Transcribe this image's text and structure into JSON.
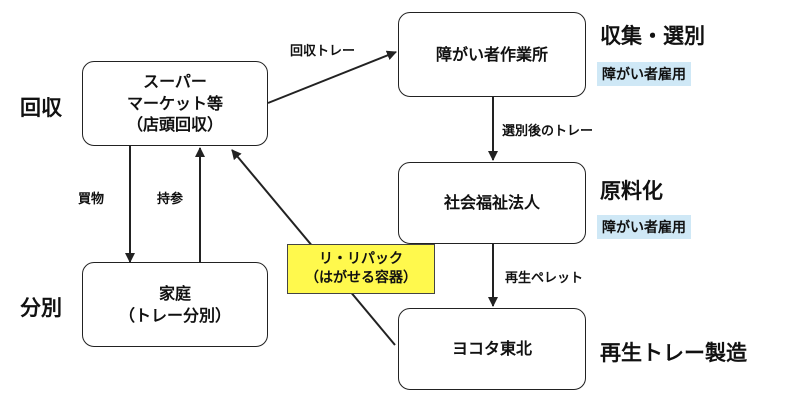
{
  "nodes": {
    "supermarket": {
      "lines": [
        "スーパー",
        "マーケット等",
        "（店頭回収）"
      ]
    },
    "home": {
      "lines": [
        "家庭",
        "（トレー分別）"
      ]
    },
    "workshop": {
      "lines": [
        "障がい者作業所"
      ]
    },
    "welfare": {
      "lines": [
        "社会福祉法人"
      ]
    },
    "yokota": {
      "lines": [
        "ヨコタ東北"
      ]
    }
  },
  "stages": {
    "collect": "回収",
    "sort": "分別",
    "collect_select": "収集・選別",
    "raw_material": "原料化",
    "remanufacture": "再生トレー製造"
  },
  "badges": {
    "workshop_employment": "障がい者雇用",
    "welfare_employment": "障がい者雇用"
  },
  "edges": {
    "collected_tray": "回収トレー",
    "sorted_tray": "選別後のトレー",
    "recycled_pellet": "再生ペレット",
    "purchase": "買物",
    "bring": "持参"
  },
  "callout": {
    "lines": [
      "リ・リパック",
      "（はがせる容器）"
    ]
  },
  "colors": {
    "badge": "#cfe8f6",
    "callout": "#fff94d",
    "line": "#222222"
  }
}
